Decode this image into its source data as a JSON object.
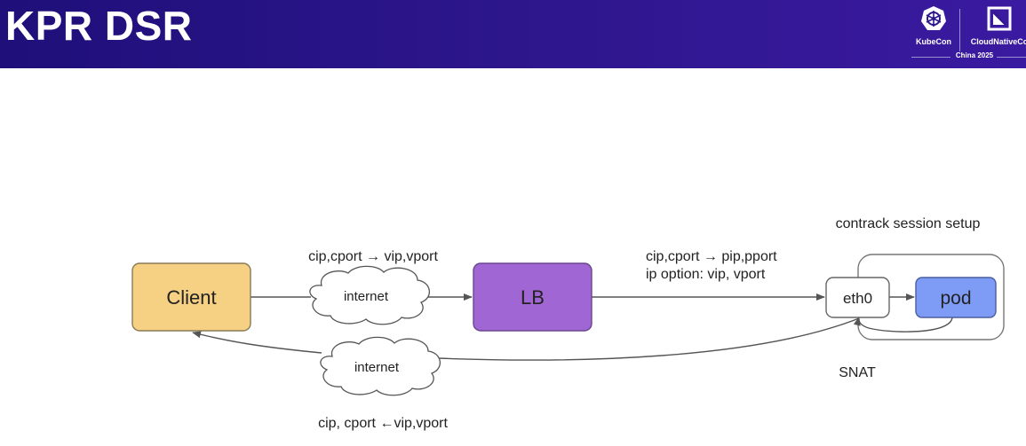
{
  "slide": {
    "title": "KPR DSR"
  },
  "branding": {
    "kubecon": "KubeCon",
    "cncf": "CloudNativeCo",
    "event": "China 2025"
  },
  "diagram": {
    "nodes": {
      "client": "Client",
      "lb": "LB",
      "eth0": "eth0",
      "pod": "pod",
      "internet_top": "internet",
      "internet_bottom": "internet"
    },
    "labels": {
      "forward_client": "cip,cport → vip,vport",
      "forward_lb_line1": "cip,cport → pip,pport",
      "forward_lb_line2": "ip option: vip, vport",
      "return_label": "cip, cport ←vip,vport",
      "conntrack": "contrack session setup",
      "snat": "SNAT"
    },
    "colors": {
      "client_fill": "#f6d083",
      "lb_fill": "#a066d3",
      "pod_fill": "#7e9cf5",
      "header": "#2d168c"
    }
  }
}
